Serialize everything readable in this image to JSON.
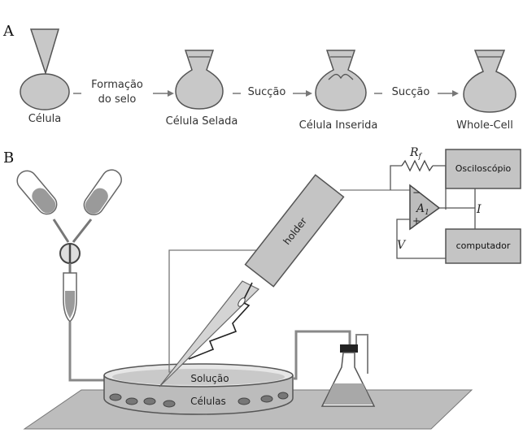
{
  "panels": {
    "a": "A",
    "b": "B"
  },
  "stages": [
    {
      "label": "Célula"
    },
    {
      "label": "Célula Selada"
    },
    {
      "label": "Célula Inserida"
    },
    {
      "label": "Whole-Cell"
    }
  ],
  "transitions": [
    {
      "line1": "Formação",
      "line2": "do selo"
    },
    {
      "line1": "Sucção",
      "line2": ""
    },
    {
      "line1": "Sucção",
      "line2": ""
    }
  ],
  "setup": {
    "holder": "holder",
    "solution": "Solução",
    "cells": "Células",
    "oscilloscope": "Osciloscópio",
    "computer": "computador",
    "resistor": "R",
    "resistor_sub": "f",
    "amplifier": "A",
    "amplifier_sub": "1",
    "current": "I",
    "voltage": "V",
    "minus": "−",
    "plus": "+"
  },
  "colors": {
    "fill": "#c8c8c8",
    "stroke": "#555555",
    "line": "#6a6a6a"
  }
}
